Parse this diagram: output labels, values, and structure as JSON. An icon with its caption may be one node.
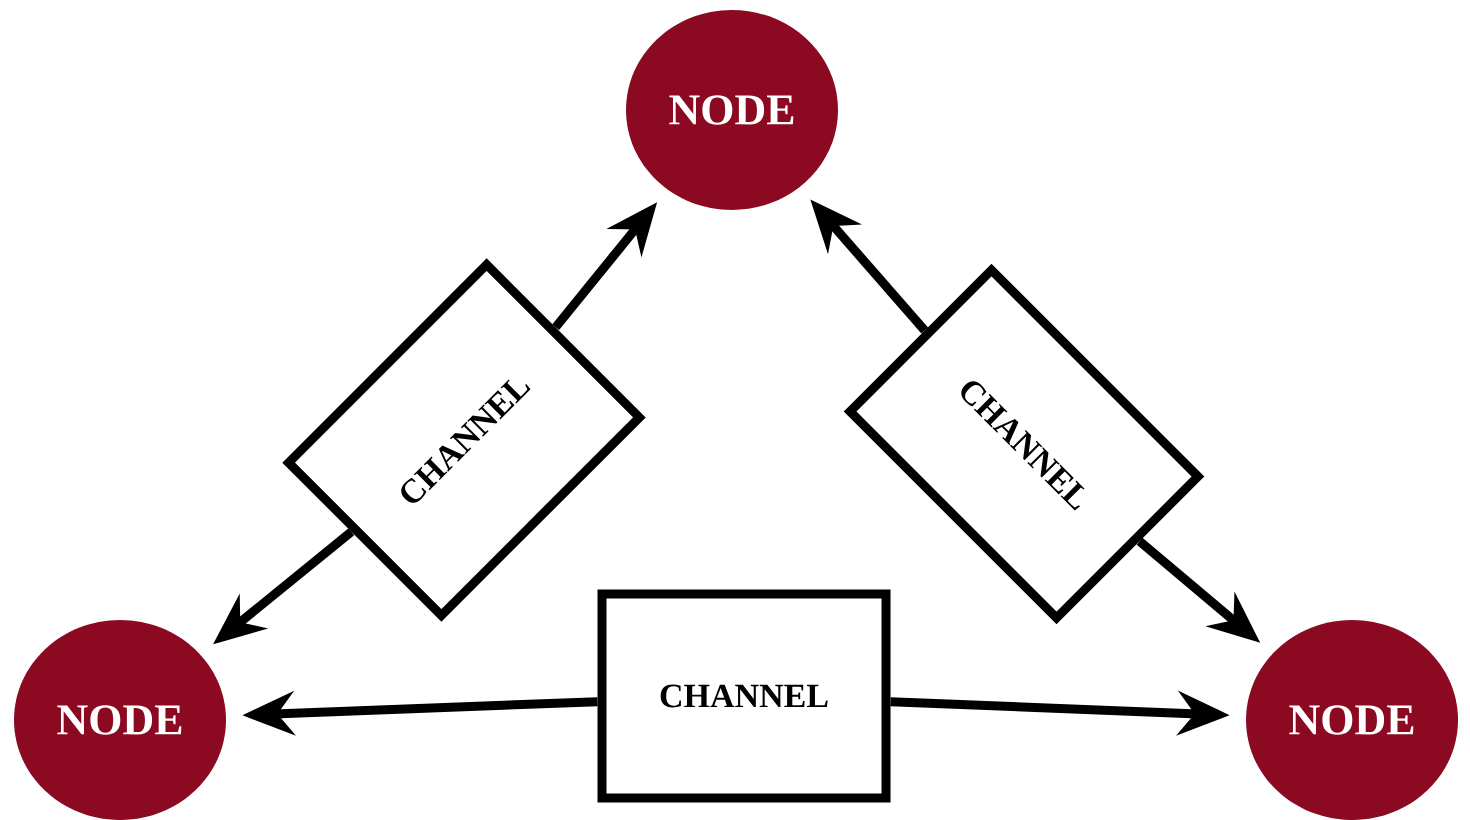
{
  "diagram": {
    "nodes": [
      {
        "text": [
          "NODE"
        ]
      },
      {
        "text": [
          "NODE"
        ]
      },
      {
        "text": [
          "NODE"
        ]
      },
      {
        "text": [
          "CHANNEL"
        ]
      },
      {
        "text": [
          "CHANNEL"
        ]
      },
      {
        "text": [
          "CHANNEL"
        ]
      }
    ],
    "edges": [
      {
        "from": 3,
        "to": 0,
        "arrow": "to"
      },
      {
        "from": 3,
        "to": 1,
        "arrow": "to"
      },
      {
        "from": 4,
        "to": 0,
        "arrow": "to"
      },
      {
        "from": 4,
        "to": 2,
        "arrow": "to"
      },
      {
        "from": 5,
        "to": 1,
        "arrow": "to"
      },
      {
        "from": 5,
        "to": 2,
        "arrow": "to"
      }
    ]
  }
}
